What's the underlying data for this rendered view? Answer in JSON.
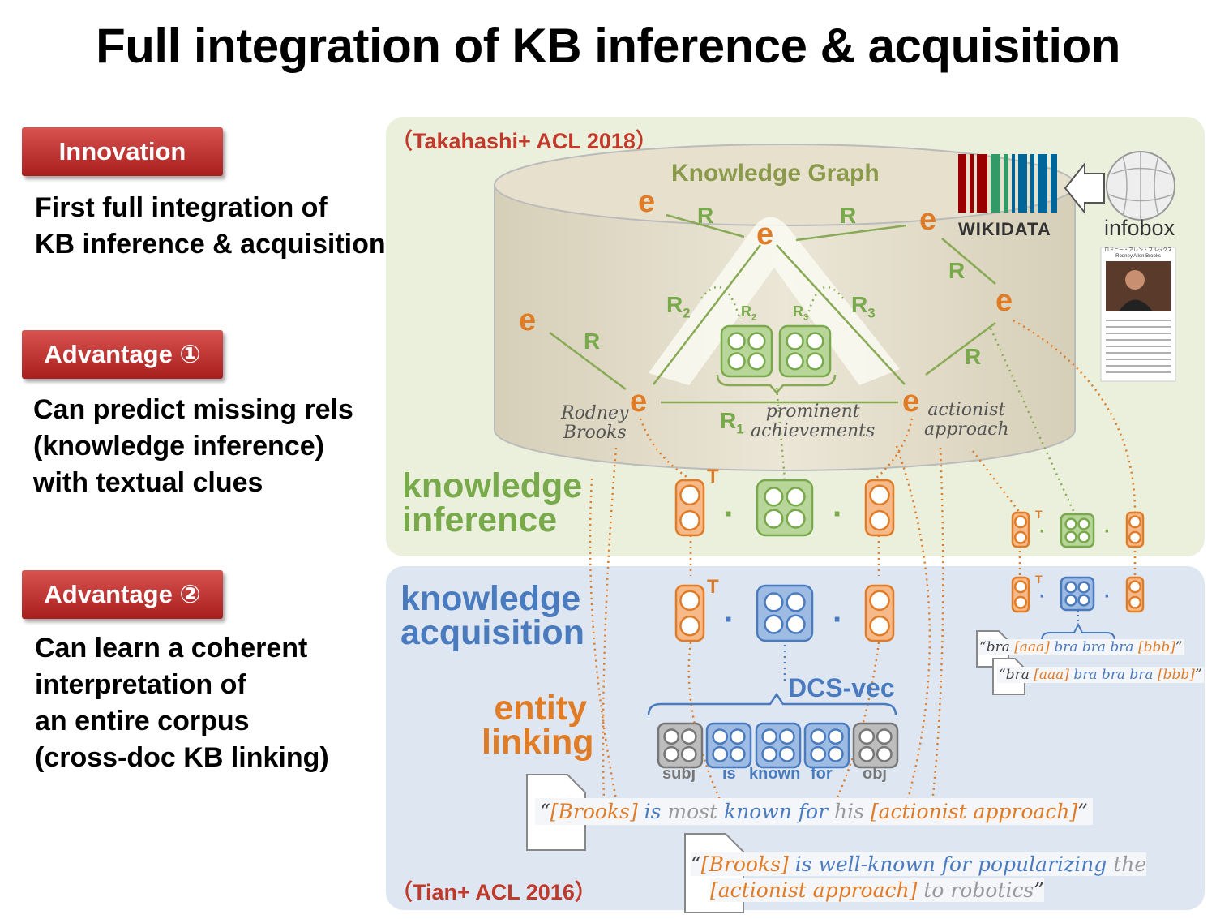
{
  "title": "Full integration of KB inference & acquisition",
  "left": {
    "innovation": {
      "tag": "Innovation",
      "lines": [
        "First full integration of",
        "KB inference & acquisition"
      ]
    },
    "advantage1": {
      "tag": "Advantage ①",
      "lines": [
        "Can predict missing rels",
        "(knowledge inference)",
        "with textual clues"
      ]
    },
    "advantage2": {
      "tag": "Advantage ②",
      "lines": [
        "Can learn a coherent",
        "interpretation of",
        "an entire corpus",
        "(cross-doc KB linking)"
      ]
    }
  },
  "diagram": {
    "cite_top": "（Takahashi+ ACL 2018）",
    "cite_bottom": "（Tian+ ACL 2016）",
    "kg_label": "Knowledge Graph",
    "entity": "e",
    "relation": "R",
    "r1": "R",
    "r1_sub": "1",
    "r2": "R",
    "r2_sub": "2",
    "r3": "R",
    "r3_sub": "3",
    "wikidata": "WIKIDATA",
    "infobox": "infobox",
    "infobox_card_title": "ロドニー・アレン・ブルックス",
    "infobox_card_sub": "Rodney Allen Brooks",
    "entity_labels": {
      "brooks": [
        "Rodney",
        "Brooks"
      ],
      "achievements": [
        "prominent",
        "achievements"
      ],
      "approach": [
        "actionist",
        "approach"
      ]
    },
    "knowledge_inference": [
      "knowledge",
      "inference"
    ],
    "knowledge_acquisition": [
      "knowledge",
      "acquisition"
    ],
    "entity_linking": [
      "entity",
      "linking"
    ],
    "transpose": "T",
    "dot": "·",
    "dcs_vec": "DCS-vec",
    "words": [
      "subj",
      "is",
      "known",
      "for",
      "obj"
    ],
    "small_quote1": {
      "q1": "“bra ",
      "e1": "[aaa]",
      "mid": " bra bra bra ",
      "e2": "[bbb]",
      "q2": "”"
    },
    "small_quote2": {
      "q1": "“bra ",
      "e1": "[aaa]",
      "mid": " bra bra bra ",
      "e2": "[bbb]",
      "q2": "”"
    },
    "quote1": {
      "q1": "“",
      "e1": "[Brooks]",
      "w1": " is ",
      "w2": "most ",
      "w3": "known for ",
      "w4": "his ",
      "e2": "[actionist approach]",
      "q2": "”"
    },
    "quote2": {
      "q1": "“",
      "e1": "[Brooks]",
      "w1": " is well-known for popularizing ",
      "w2": "the",
      "e2": "[actionist approach]",
      "w3": " to robotics",
      "q2": "”"
    }
  },
  "colors": {
    "orange": "#e07b26",
    "green": "#78a94a",
    "blue": "#4a7bbf",
    "gray": "#8a8a8a",
    "red": "#c0392b"
  }
}
